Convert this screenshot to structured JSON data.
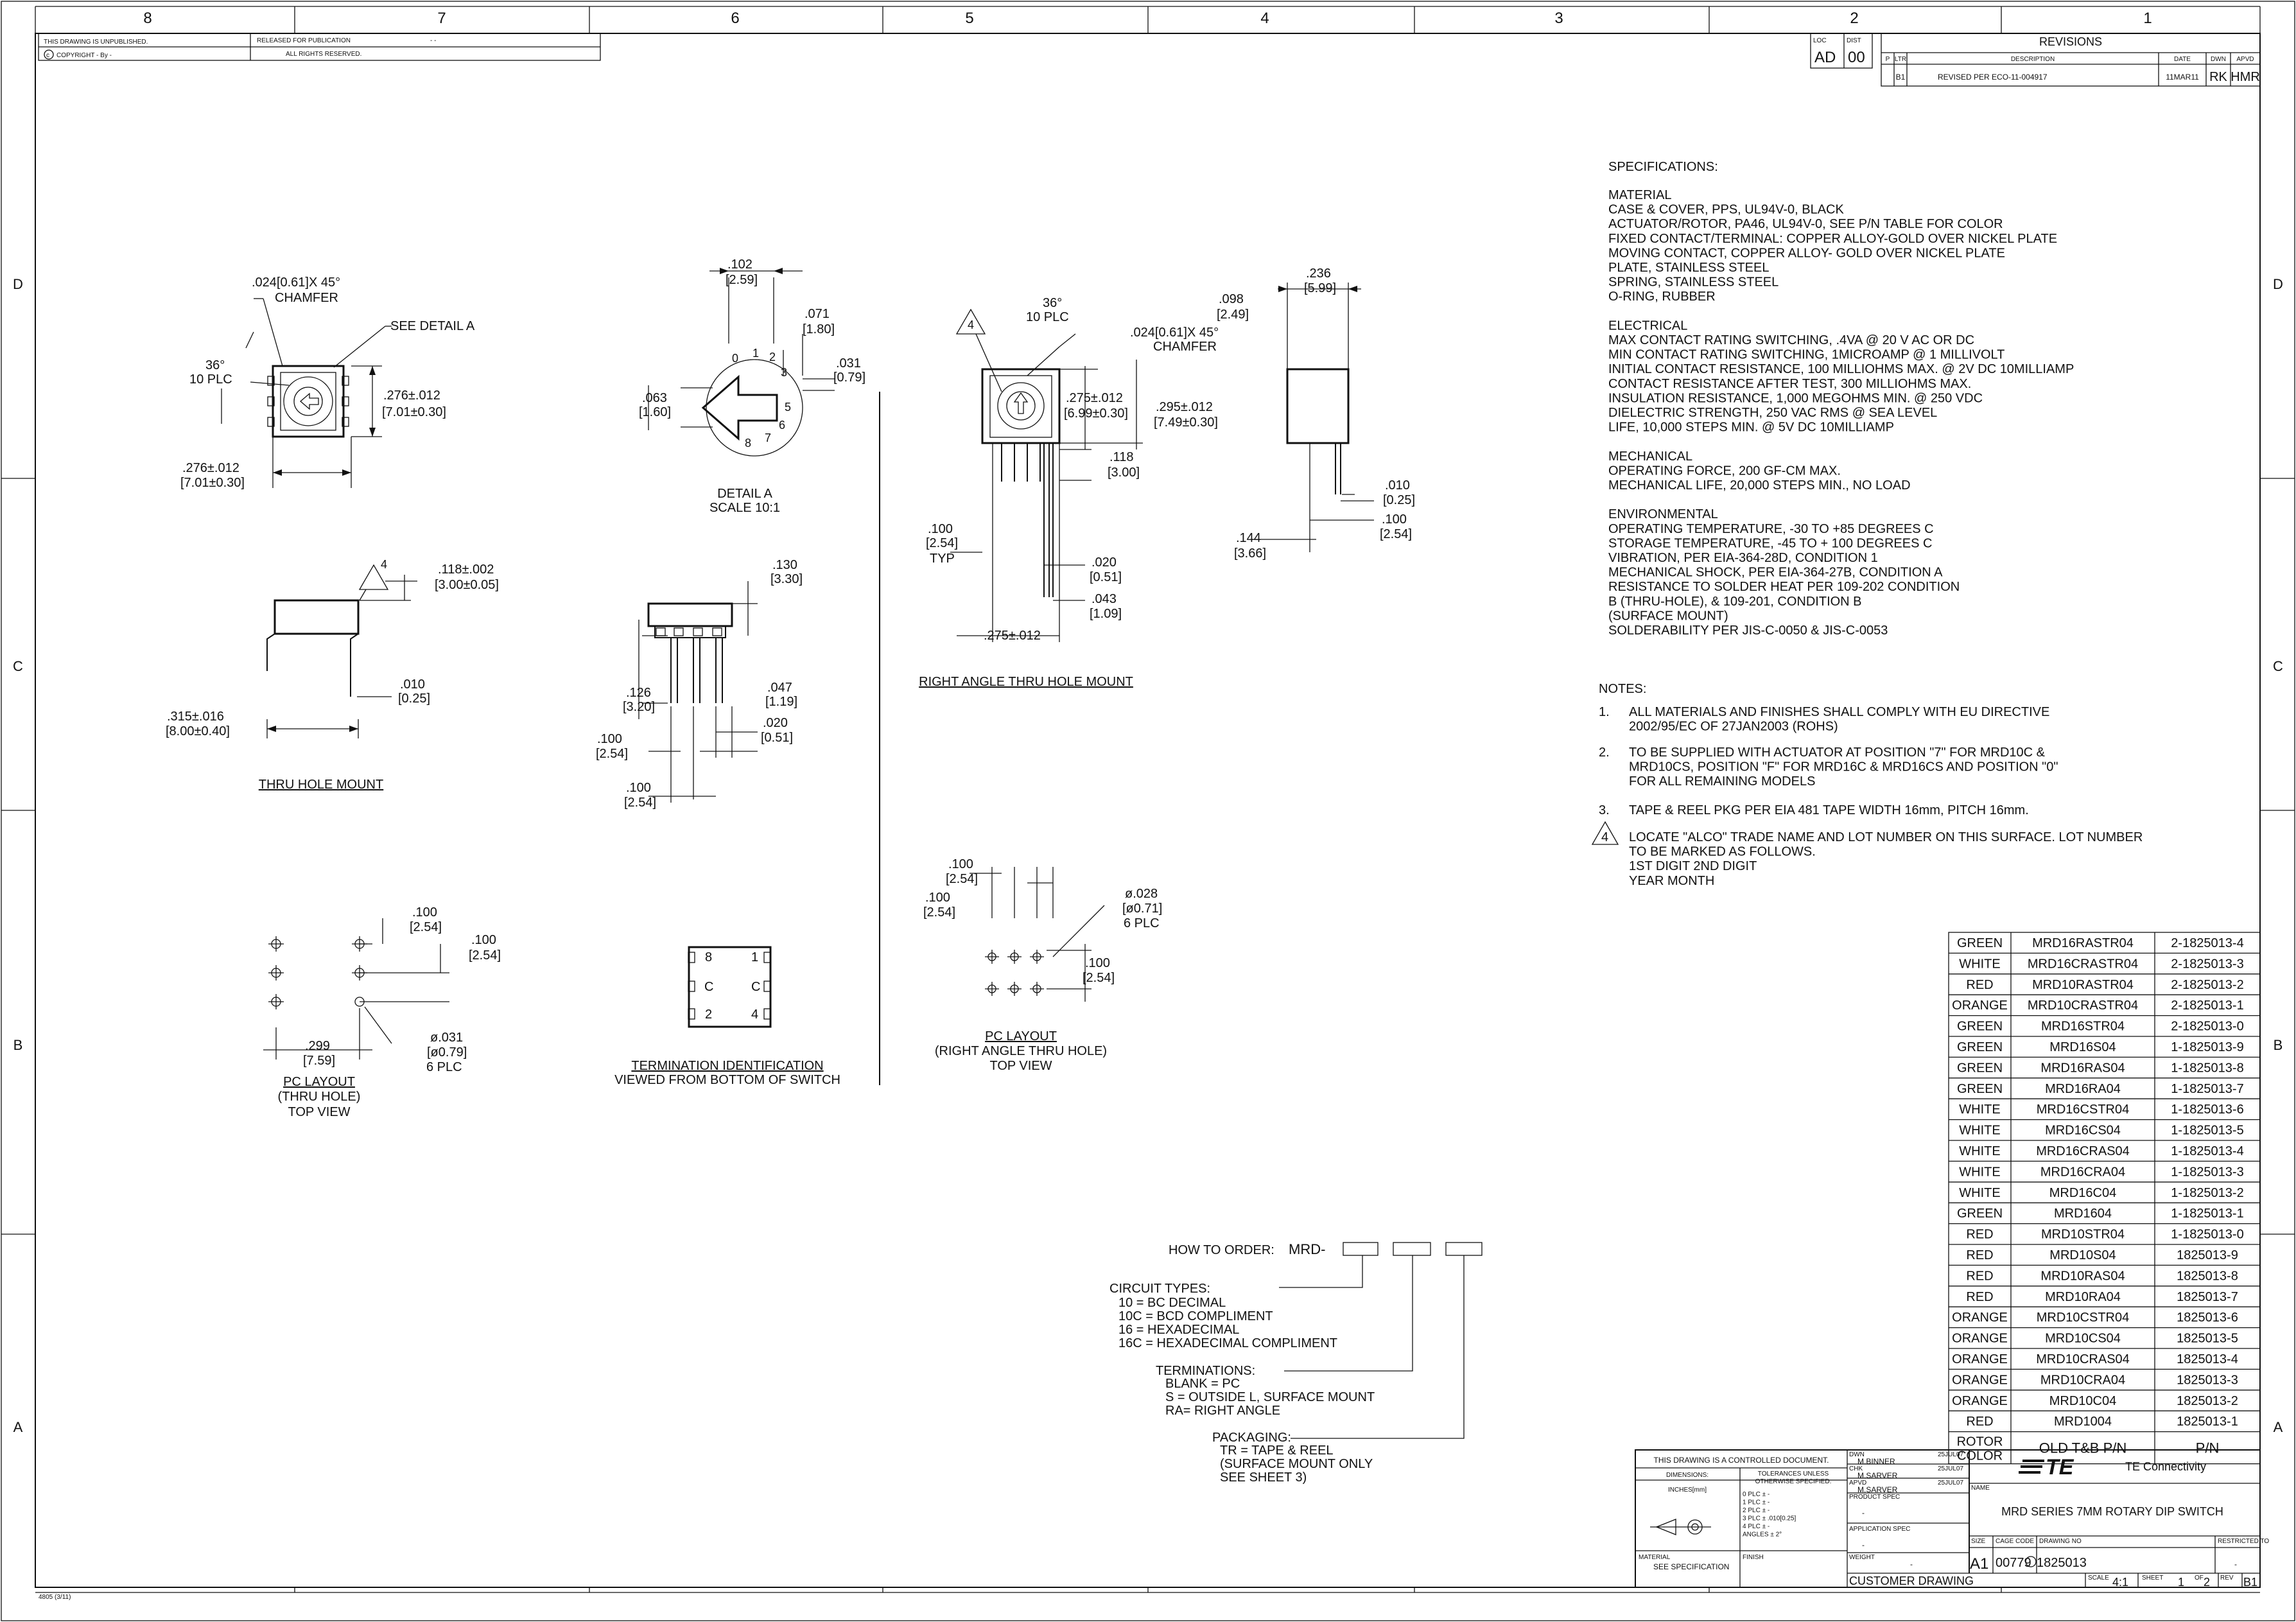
{
  "header": {
    "notice_unpublished": "THIS DRAWING IS UNPUBLISHED.",
    "released_for_publication": "RELEASED FOR PUBLICATION",
    "release_value": "- -",
    "copyright": "COPYRIGHT  -  By -",
    "all_rights": "ALL RIGHTS RESERVED.",
    "zone_numbers": [
      "8",
      "7",
      "6",
      "5",
      "4",
      "3",
      "2",
      "1"
    ],
    "zone_letters": [
      "D",
      "C",
      "B",
      "A"
    ]
  },
  "revisions": {
    "loc_label": "LOC",
    "dist_label": "DIST",
    "loc": "AD",
    "dist": "00",
    "title": "REVISIONS",
    "col_p": "P",
    "col_ltr": "LTR",
    "col_description": "DESCRIPTION",
    "col_date": "DATE",
    "col_dwn": "DWN",
    "col_apvd": "APVD",
    "row": {
      "ltr": "B1",
      "description": "REVISED PER ECO-11-004917",
      "date": "11MAR11",
      "dwn": "RK",
      "apvd": "HMR"
    }
  },
  "specifications": {
    "heading": "SPECIFICATIONS:",
    "lines": [
      "MATERIAL",
      "CASE & COVER, PPS, UL94V-0, BLACK",
      "ACTUATOR/ROTOR, PA46, UL94V-0, SEE P/N TABLE FOR COLOR",
      "FIXED CONTACT/TERMINAL: COPPER ALLOY-GOLD OVER NICKEL PLATE",
      "MOVING CONTACT, COPPER ALLOY- GOLD OVER NICKEL PLATE",
      "PLATE, STAINLESS STEEL",
      "SPRING, STAINLESS STEEL",
      "O-RING, RUBBER",
      "",
      "ELECTRICAL",
      "MAX CONTACT RATING SWITCHING, .4VA @ 20 V AC OR DC",
      "MIN CONTACT RATING SWITCHING, 1MICROAMP @ 1 MILLIVOLT",
      "INITIAL CONTACT RESISTANCE, 100 MILLIOHMS MAX. @ 2V DC 10MILLIAMP",
      "CONTACT RESISTANCE AFTER TEST, 300 MILLIOHMS MAX.",
      "INSULATION RESISTANCE, 1,000 MEGOHMS MIN. @ 250 VDC",
      "DIELECTRIC STRENGTH, 250 VAC RMS @ SEA LEVEL",
      "LIFE, 10,000 STEPS MIN. @ 5V DC 10MILLIAMP",
      "",
      "MECHANICAL",
      "OPERATING FORCE, 200 GF-CM MAX.",
      "MECHANICAL LIFE, 20,000 STEPS MIN., NO LOAD",
      "",
      "ENVIRONMENTAL",
      "OPERATING TEMPERATURE, -30 TO +85 DEGREES C",
      "STORAGE TEMPERATURE, -45 TO + 100 DEGREES C",
      "VIBRATION, PER EIA-364-28D, CONDITION 1",
      "MECHANICAL SHOCK, PER EIA-364-27B, CONDITION A",
      "RESISTANCE TO SOLDER HEAT PER 109-202 CONDITION",
      "B (THRU-HOLE), & 109-201, CONDITION B",
      "(SURFACE MOUNT)",
      "SOLDERABILITY PER JIS-C-0050 & JIS-C-0053"
    ]
  },
  "notes": {
    "heading": "NOTES:",
    "items": [
      {
        "num": "1.",
        "lines": [
          "ALL MATERIALS AND FINISHES SHALL COMPLY WITH EU DIRECTIVE",
          "2002/95/EC OF 27JAN2003 (ROHS)"
        ]
      },
      {
        "num": "2.",
        "lines": [
          "TO BE SUPPLIED WITH ACTUATOR AT POSITION \"7\" FOR MRD10C &",
          "MRD10CS, POSITION \"F\" FOR MRD16C & MRD16CS AND POSITION \"0\"",
          "FOR ALL REMAINING MODELS"
        ]
      },
      {
        "num": "3.",
        "lines": [
          "TAPE & REEL PKG PER EIA 481 TAPE WIDTH 16mm, PITCH 16mm."
        ]
      },
      {
        "num": "4",
        "lines": [
          "LOCATE \"ALCO\" TRADE NAME AND LOT NUMBER ON THIS SURFACE. LOT NUMBER",
          "TO BE MARKED AS FOLLOWS.",
          "1ST DIGIT          2ND DIGIT",
          "  YEAR                  MONTH"
        ]
      }
    ]
  },
  "pn_table": {
    "rows": [
      [
        "GREEN",
        "MRD16RASTR04",
        "2-1825013-4"
      ],
      [
        "WHITE",
        "MRD16CRASTR04",
        "2-1825013-3"
      ],
      [
        "RED",
        "MRD10RASTR04",
        "2-1825013-2"
      ],
      [
        "ORANGE",
        "MRD10CRASTR04",
        "2-1825013-1"
      ],
      [
        "GREEN",
        "MRD16STR04",
        "2-1825013-0"
      ],
      [
        "GREEN",
        "MRD16S04",
        "1-1825013-9"
      ],
      [
        "GREEN",
        "MRD16RAS04",
        "1-1825013-8"
      ],
      [
        "GREEN",
        "MRD16RA04",
        "1-1825013-7"
      ],
      [
        "WHITE",
        "MRD16CSTR04",
        "1-1825013-6"
      ],
      [
        "WHITE",
        "MRD16CS04",
        "1-1825013-5"
      ],
      [
        "WHITE",
        "MRD16CRAS04",
        "1-1825013-4"
      ],
      [
        "WHITE",
        "MRD16CRA04",
        "1-1825013-3"
      ],
      [
        "WHITE",
        "MRD16C04",
        "1-1825013-2"
      ],
      [
        "GREEN",
        "MRD1604",
        "1-1825013-1"
      ],
      [
        "RED",
        "MRD10STR04",
        "1-1825013-0"
      ],
      [
        "RED",
        "MRD10S04",
        "1825013-9"
      ],
      [
        "RED",
        "MRD10RAS04",
        "1825013-8"
      ],
      [
        "RED",
        "MRD10RA04",
        "1825013-7"
      ],
      [
        "ORANGE",
        "MRD10CSTR04",
        "1825013-6"
      ],
      [
        "ORANGE",
        "MRD10CS04",
        "1825013-5"
      ],
      [
        "ORANGE",
        "MRD10CRAS04",
        "1825013-4"
      ],
      [
        "ORANGE",
        "MRD10CRA04",
        "1825013-3"
      ],
      [
        "ORANGE",
        "MRD10C04",
        "1825013-2"
      ],
      [
        "RED",
        "MRD1004",
        "1825013-1"
      ]
    ],
    "header_color_1": "ROTOR",
    "header_color_2": "COLOR",
    "header_old": "OLD T&B P/N",
    "header_pn": "P/N"
  },
  "views": {
    "thru_hole_mount": "THRU HOLE MOUNT",
    "detail_a": "DETAIL A",
    "scale": "SCALE 10:1",
    "right_angle": "RIGHT ANGLE THRU HOLE MOUNT",
    "pc_layout": "PC LAYOUT",
    "thru_hole_paren": "(THRU HOLE)",
    "top_view": "TOP VIEW",
    "termination_id": "TERMINATION IDENTIFICATION",
    "viewed_from_bottom": "VIEWED FROM BOTTOM OF SWITCH",
    "pc_layout_ra": "PC LAYOUT",
    "right_angle_paren": "(RIGHT ANGLE THRU HOLE)",
    "top_view_ra": "TOP VIEW"
  },
  "dims": {
    "chamfer_a": ".024[0.61]X 45°",
    "chamfer_a2": "CHAMFER",
    "see_detail": "SEE DETAIL A",
    "deg36": "36°",
    "plc10": "10 PLC",
    "d276a": ".276±.012",
    "d276a_mm": "[7.01±0.30]",
    "d276b": ".276±.012",
    "d276b_mm": "[7.01±0.30]",
    "d102": ".102",
    "d102_mm": "[2.59]",
    "d071": ".071",
    "d071_mm": "[1.80]",
    "d031": ".031",
    "d031_mm": "[0.79]",
    "d063": ".063",
    "d063_mm": "[1.60]",
    "d118": ".118±.002",
    "d118_mm": "[3.00±0.05]",
    "d010": ".010",
    "d010_mm": "[0.25]",
    "d315": ".315±.016",
    "d315_mm": "[8.00±0.40]",
    "d130": ".130",
    "d130_mm": "[3.30]",
    "d126": ".126",
    "d126_mm": "[3.20]",
    "d047": ".047",
    "d047_mm": "[1.19]",
    "d020": ".020",
    "d020_mm": "[0.51]",
    "d100": ".100",
    "d100_mm": "[2.54]",
    "ra_deg": "36°",
    "ra_plc": "10 PLC",
    "ra_chamfer": ".024[0.61]X 45°",
    "ra_chamfer2": "CHAMFER",
    "d098": ".098",
    "d098_mm": "[2.49]",
    "d236": ".236",
    "d236_mm": "[5.99]",
    "ra275": ".275±.012",
    "ra275_mm": "[6.99±0.30]",
    "ra295": ".295±.012",
    "ra295_mm": "[7.49±0.30]",
    "ra118": ".118",
    "ra118_mm": "[3.00]",
    "ra100": ".100",
    "ra100_mm": "[2.54]",
    "typ": "TYP",
    "ra020": ".020",
    "ra020_mm": "[0.51]",
    "ra043": ".043",
    "ra043_mm": "[1.09]",
    "ra275b": ".275±.012",
    "ra144": ".144",
    "ra144_mm": "[3.66]",
    "ra010": ".010",
    "ra010_mm": "[0.25]",
    "ra100b": ".100",
    "ra100b_mm": "[2.54]",
    "pc100a": ".100",
    "pc100a_mm": "[2.54]",
    "pc100b": ".100",
    "pc100b_mm": "[2.54]",
    "pc299": ".299",
    "pc299_mm": "[7.59]",
    "pc031": "ø.031",
    "pc031_mm": "[ø0.79]",
    "pc6plc": "6 PLC",
    "rp100a": ".100",
    "rp100a_mm": "[2.54]",
    "rp100b": ".100",
    "rp100b_mm": "[2.54]",
    "rp028": "ø.028",
    "rp028_mm": "[ø0.71]",
    "rp6plc": "6 PLC",
    "rp100c": ".100",
    "rp100c_mm": "[2.54]",
    "term_8": "8",
    "term_1": "1",
    "term_c1": "C",
    "term_c2": "C",
    "term_2": "2",
    "term_4": "4",
    "flag4": "4"
  },
  "order": {
    "how_to_order": "HOW TO ORDER:",
    "prefix": "MRD-",
    "circuit_types": "CIRCUIT TYPES:",
    "circuit_lines": [
      "10 = BC DECIMAL",
      "10C = BCD COMPLIMENT",
      "16 = HEXADECIMAL",
      "16C = HEXADECIMAL COMPLIMENT"
    ],
    "terminations": "TERMINATIONS:",
    "term_lines": [
      "BLANK = PC",
      "S = OUTSIDE L, SURFACE MOUNT",
      "RA= RIGHT ANGLE"
    ],
    "packaging": "PACKAGING:",
    "pack_lines": [
      "TR = TAPE & REEL",
      "(SURFACE MOUNT ONLY",
      "SEE SHEET 3)"
    ]
  },
  "title_block": {
    "controlled": "THIS DRAWING IS A CONTROLLED DOCUMENT.",
    "dimensions": "DIMENSIONS:",
    "inches_mm": "INCHES[mm]",
    "tolerances": "TOLERANCES UNLESS",
    "otherwise": "OTHERWISE SPECIFIED:",
    "tol_lines": [
      "0 PLC     ±  -",
      "1 PLC     ±  -",
      "2 PLC     ±  -",
      "3 PLC     ± .010[0.25]",
      "4 PLC     ±  -",
      "ANGLES      ±  2°"
    ],
    "material_label": "MATERIAL",
    "material_value": "SEE SPECIFICATION",
    "finish_label": "FINISH",
    "dwn_label": "DWN",
    "dwn_name": "M.BINNER",
    "dwn_date": "25JUL07",
    "chk_label": "CHK",
    "chk_name": "M.SARVER",
    "chk_date": "25JUL07",
    "apvd_label": "APVD",
    "apvd_name": "M.SARVER",
    "apvd_date": "25JUL07",
    "product_spec": "PRODUCT SPEC",
    "application_spec": "APPLICATION SPEC",
    "weight_label": "WEIGHT",
    "weight_value": "-",
    "dash_a": "-",
    "company_logo": "TE",
    "company": "TE Connectivity",
    "name_label": "NAME",
    "title": "MRD SERIES 7MM  ROTARY DIP SWITCH",
    "size_label": "SIZE",
    "size": "A1",
    "cage_label": "CAGE CODE",
    "cage": "00779",
    "dwg_no_label": "DRAWING NO",
    "dwg_no": "1825013",
    "restricted_label": "RESTRICTED TO",
    "restricted_value": "-",
    "customer_drawing": "CUSTOMER DRAWING",
    "scale_label": "SCALE",
    "scale": "4:1",
    "sheet_label": "SHEET",
    "sheet": "1",
    "of_label": "OF",
    "of": "2",
    "rev_label": "REV",
    "rev": "B1",
    "form_no": "4805 (3/11)"
  }
}
